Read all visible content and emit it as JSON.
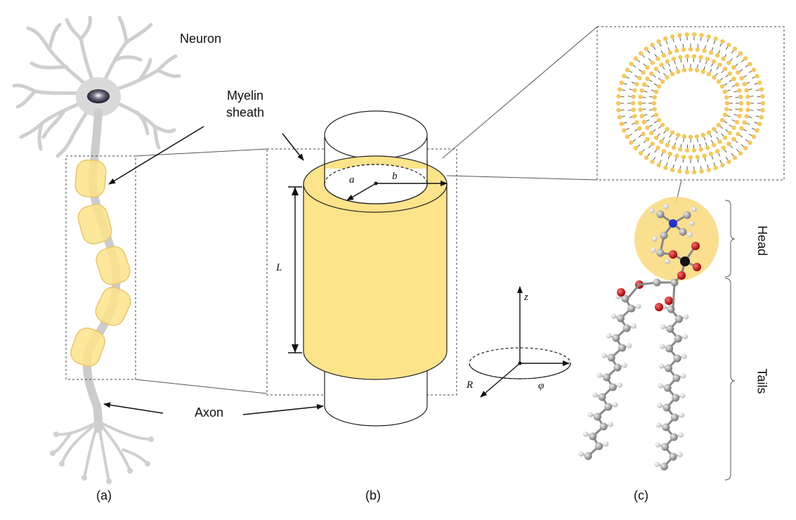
{
  "panel_a": {
    "title": "Neuron",
    "myelin_label_line1": "Myelin",
    "myelin_label_line2": "sheath",
    "axon_label": "Axon",
    "caption": "(a)"
  },
  "panel_b": {
    "label_a": "a",
    "label_b": "b",
    "label_L": "L",
    "axis_z": "z",
    "axis_R": "R",
    "axis_phi": "φ",
    "caption": "(b)"
  },
  "panel_c": {
    "head_label": "Head",
    "tails_label": "Tails",
    "caption": "(c)"
  },
  "colors": {
    "myelin": "#fde38a",
    "myelin_stroke": "#e8c66a",
    "lipid_head": "#f5c85a",
    "neuron_gray": "#dadada",
    "oxygen": "#dd1111",
    "carbon": "#999999",
    "nitrogen": "#2233cc",
    "phosphorus": "#111111"
  }
}
